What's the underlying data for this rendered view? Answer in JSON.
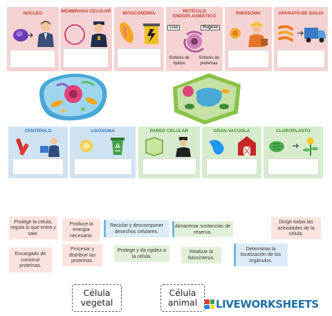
{
  "organelles_top": [
    {
      "title": "NÚCLEO"
    },
    {
      "title": "MEMBRANA CELULAR"
    },
    {
      "title": "MITOCONDRIA"
    },
    {
      "title": "RETÍCULO ENDOPLASMÁTICO",
      "tag_left": "Liso",
      "tag_right": "Rugoso",
      "sub_left": "Síntesis de lípidos",
      "sub_right": "Síntesis de proteínas"
    },
    {
      "title": "RIBOSOMA"
    },
    {
      "title": "APARATO DE GOLGI"
    }
  ],
  "organelles_middle": [
    {
      "title": "CENTRÍOLO"
    },
    {
      "title": "LISOSOMA"
    },
    {
      "title": "PARED CELULAR"
    },
    {
      "title": "GRAN VACUOLA"
    },
    {
      "title": "CLOROPLASTO"
    }
  ],
  "functions": [
    {
      "text": "Protege la célula, regula lo que entra y sale."
    },
    {
      "text": "Produce la energía necesaria."
    },
    {
      "text": "Reciclar y descomponer desechos celulares."
    },
    {
      "text": "Almacenar sustancias de reserva."
    },
    {
      "text": "Dirige todas las actividades de la célula."
    },
    {
      "text": "Encargado de construir proteínas."
    },
    {
      "text": "Procesar y distribuir las proteínas."
    },
    {
      "text": "Protege y da rigidez a la célula."
    },
    {
      "text": "Realizar la fotosíntesis."
    },
    {
      "text": "Determinar la localización de los orgánulos."
    }
  ],
  "cell_types": [
    {
      "label": "Célula vegetal"
    },
    {
      "label": "Célula animal"
    }
  ],
  "brand": "LIVEWORKSHEETS",
  "colors": {
    "pink_card": "#f6d3d3",
    "blue_card": "#cfe3f3",
    "green_card": "#d7eccd",
    "brand_blue": "#1d6fa5"
  }
}
